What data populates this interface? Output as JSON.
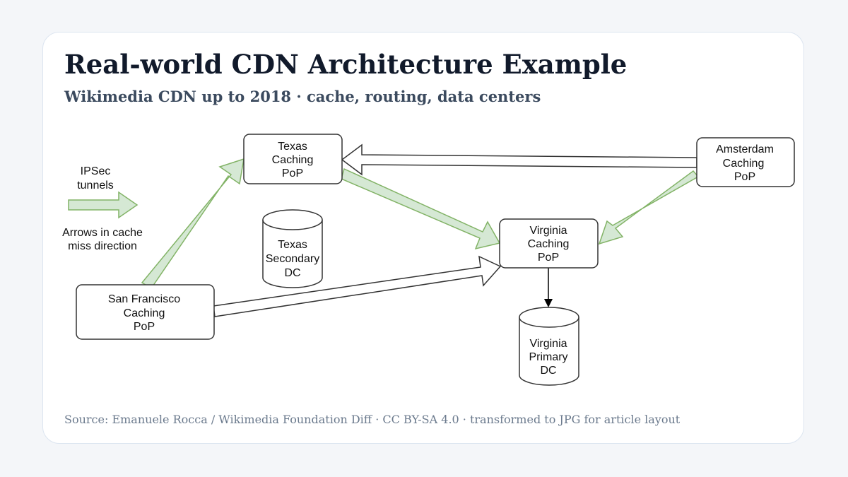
{
  "header": {
    "title": "Real-world CDN Architecture Example",
    "subtitle": "Wikimedia CDN up to 2018 · cache, routing, data centers"
  },
  "diagram": {
    "legend": {
      "ipsec_line1": "IPSec",
      "ipsec_line2": "tunnels",
      "miss_line1": "Arrows in cache",
      "miss_line2": "miss direction"
    },
    "nodes": {
      "texas_pop": [
        "Texas",
        "Caching",
        "PoP"
      ],
      "amsterdam_pop": [
        "Amsterdam",
        "Caching",
        "PoP"
      ],
      "virginia_pop": [
        "Virginia",
        "Caching",
        "PoP"
      ],
      "sf_pop": [
        "San Francisco",
        "Caching",
        "PoP"
      ],
      "texas_dc": [
        "Texas",
        "Secondary",
        "DC"
      ],
      "virginia_dc": [
        "Virginia",
        "Primary",
        "DC"
      ]
    },
    "colors": {
      "ipsec_fill": "#d5e8d4",
      "ipsec_stroke": "#82b366",
      "outline": "#333333"
    }
  },
  "footer": {
    "source": "Source: Emanuele Rocca / Wikimedia Foundation Diff · CC BY-SA 4.0 · transformed to JPG for article layout"
  }
}
